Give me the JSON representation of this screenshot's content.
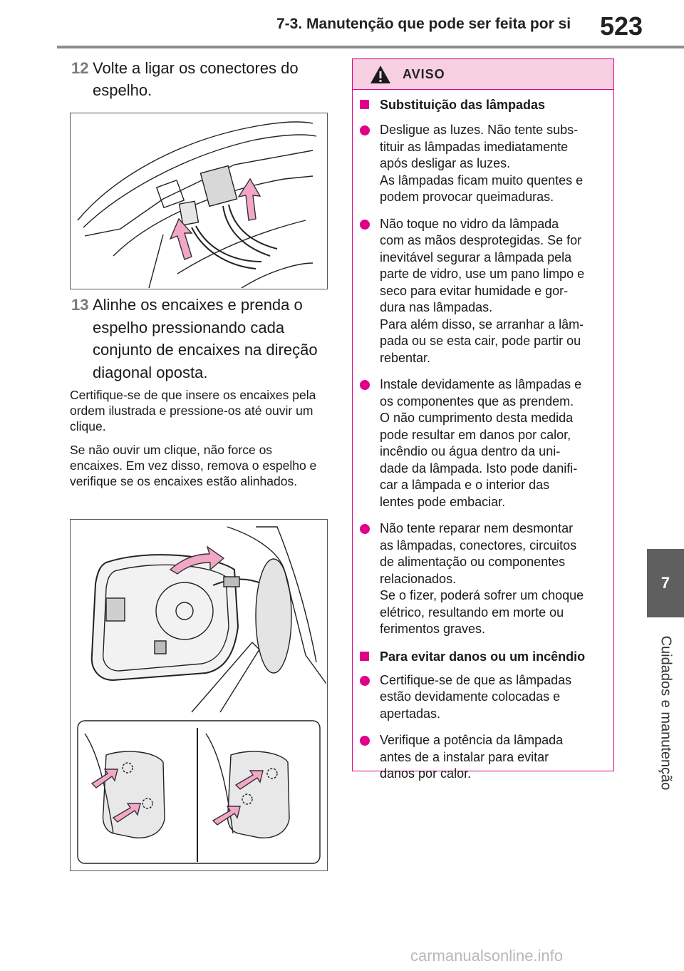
{
  "header": {
    "section_title": "7-3. Manutenção que pode ser feita por si",
    "page_number": "523"
  },
  "side_tab": {
    "chapter_number": "7",
    "chapter_label": "Cuidados e manutenção"
  },
  "steps": [
    {
      "number": "12",
      "text": "Volte a ligar os conectores do espelho."
    },
    {
      "number": "13",
      "text": "Alinhe os encaixes e prenda o espelho pressionando cada conjunto de encaixes na direção diagonal oposta."
    }
  ],
  "paragraphs": [
    "Certifique-se de que insere os encaixes pela ordem ilustrada e pressione-os até ouvir um clique.",
    "Se não ouvir um clique, não force os encaixes. Em vez disso, remova o espelho e verifique se os encaixes estão alinhados."
  ],
  "warning": {
    "title": "AVISO",
    "sections": [
      {
        "heading": "Substituição das lâmpadas",
        "bullets": [
          [
            "Desligue as luzes. Não tente subs-",
            "tituir as lâmpadas imediatamente",
            "após desligar as luzes.",
            "As lâmpadas ficam muito quentes e",
            "podem provocar queimaduras."
          ],
          [
            "Não toque no vidro da lâmpada",
            "com as mãos desprotegidas. Se for",
            "inevitável segurar a lâmpada pela",
            "parte de vidro, use um pano limpo e",
            "seco para evitar humidade e gor-",
            "dura nas lâmpadas.",
            "Para além disso, se arranhar a lâm-",
            "pada ou se esta cair, pode partir ou",
            "rebentar."
          ],
          [
            "Instale devidamente as lâmpadas e",
            "os componentes que as prendem.",
            "O não cumprimento desta medida",
            "pode resultar em danos por calor,",
            "incêndio ou água dentro da uni-",
            "dade da lâmpada. Isto pode danifi-",
            "car a lâmpada e o interior das",
            "lentes pode embaciar."
          ],
          [
            "Não tente reparar nem desmontar",
            "as lâmpadas, conectores, circuitos",
            "de alimentação ou componentes",
            "relacionados.",
            "Se o fizer, poderá sofrer um choque",
            "elétrico, resultando em morte ou",
            "ferimentos graves."
          ]
        ]
      },
      {
        "heading": "Para evitar danos ou um incêndio",
        "bullets": [
          [
            "Certifique-se de que as lâmpadas",
            "estão devidamente colocadas e",
            "apertadas."
          ],
          [
            "Verifique a potência da lâmpada",
            "antes de a instalar para evitar",
            "danos por calor."
          ]
        ]
      }
    ]
  },
  "watermark": "carmanualsonline.info",
  "colors": {
    "accent": "#e0008a",
    "warning_header_bg": "#f6cfe0",
    "tab_bg": "#5f5f5f"
  }
}
